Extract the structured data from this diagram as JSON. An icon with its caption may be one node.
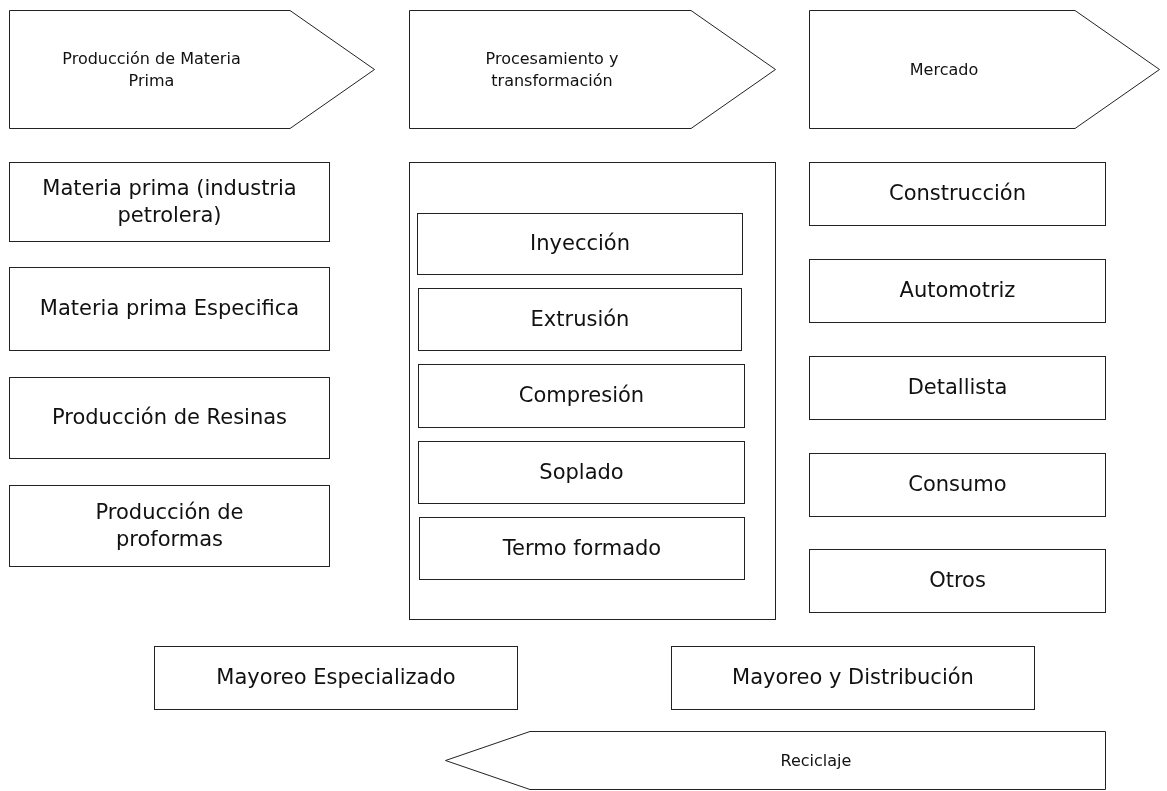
{
  "diagram": {
    "nodes": [
      {
        "text": [
          "Producción de Materia Prima"
        ]
      },
      {
        "text": [
          "Procesamiento y transformación"
        ]
      },
      {
        "text": [
          "Mercado"
        ]
      },
      {
        "text": [
          "Materia prima (industria petrolera)"
        ]
      },
      {
        "text": [
          "Materia prima Especifica"
        ]
      },
      {
        "text": [
          "Producción de Resinas"
        ]
      },
      {
        "text": [
          "Producción de proformas"
        ]
      },
      {
        "text": [],
        "shape": "box"
      },
      {
        "text": [
          "Inyección"
        ],
        "in": 7
      },
      {
        "text": [
          "Extrusión"
        ],
        "in": 7
      },
      {
        "text": [
          "Compresión"
        ],
        "in": 7
      },
      {
        "text": [
          "Soplado"
        ],
        "in": 7
      },
      {
        "text": [
          "Termo formado"
        ],
        "in": 7
      },
      {
        "text": [
          "Construcción"
        ]
      },
      {
        "text": [
          "Automotriz"
        ]
      },
      {
        "text": [
          "Detallista"
        ]
      },
      {
        "text": [
          "Consumo"
        ]
      },
      {
        "text": [
          "Otros"
        ]
      },
      {
        "text": [
          "Mayoreo Especializado"
        ]
      },
      {
        "text": [
          "Mayoreo y Distribución"
        ]
      },
      {
        "text": [
          "Reciclaje"
        ]
      }
    ]
  }
}
